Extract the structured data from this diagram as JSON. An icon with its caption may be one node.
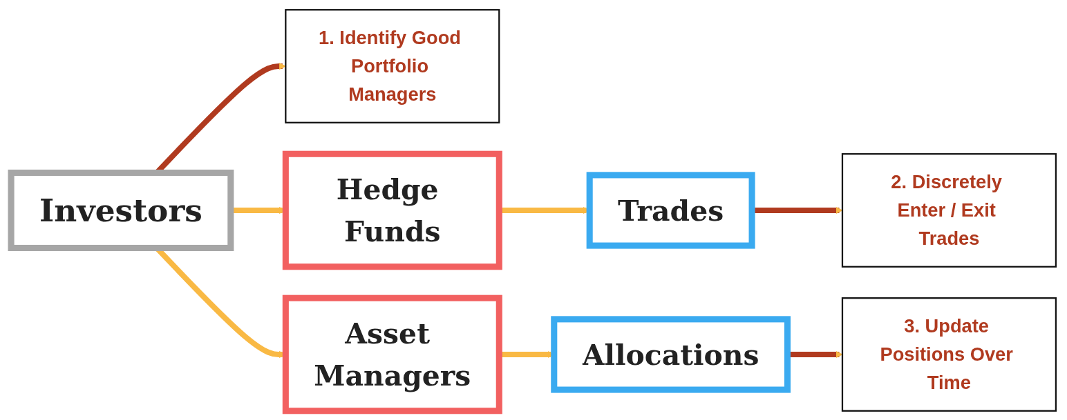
{
  "diagram": {
    "nodes": [
      {
        "text": [
          "Investors"
        ]
      },
      {
        "text": [
          "1. Identify Good Portfolio Managers"
        ]
      },
      {
        "text": [
          "Hedge Funds"
        ]
      },
      {
        "text": [
          "Trades"
        ]
      },
      {
        "text": [
          "2. Discretely Enter / Exit Trades"
        ]
      },
      {
        "text": [
          "Asset Managers"
        ]
      },
      {
        "text": [
          "Allocations"
        ]
      },
      {
        "text": [
          "3. Update Positions Over Time"
        ]
      }
    ],
    "edges": [
      {
        "from": 0,
        "to": 1,
        "arrow": "to",
        "color": "#b03a1f"
      },
      {
        "from": 0,
        "to": 2,
        "arrow": "to"
      },
      {
        "from": 0,
        "to": 5,
        "arrow": "to"
      },
      {
        "from": 2,
        "to": 3,
        "arrow": "to"
      },
      {
        "from": 3,
        "to": 4,
        "arrow": "to",
        "color": "#b03a1f"
      },
      {
        "from": 5,
        "to": 6,
        "arrow": "to"
      },
      {
        "from": 6,
        "to": 7,
        "arrow": "to",
        "color": "#b03a1f"
      }
    ]
  }
}
